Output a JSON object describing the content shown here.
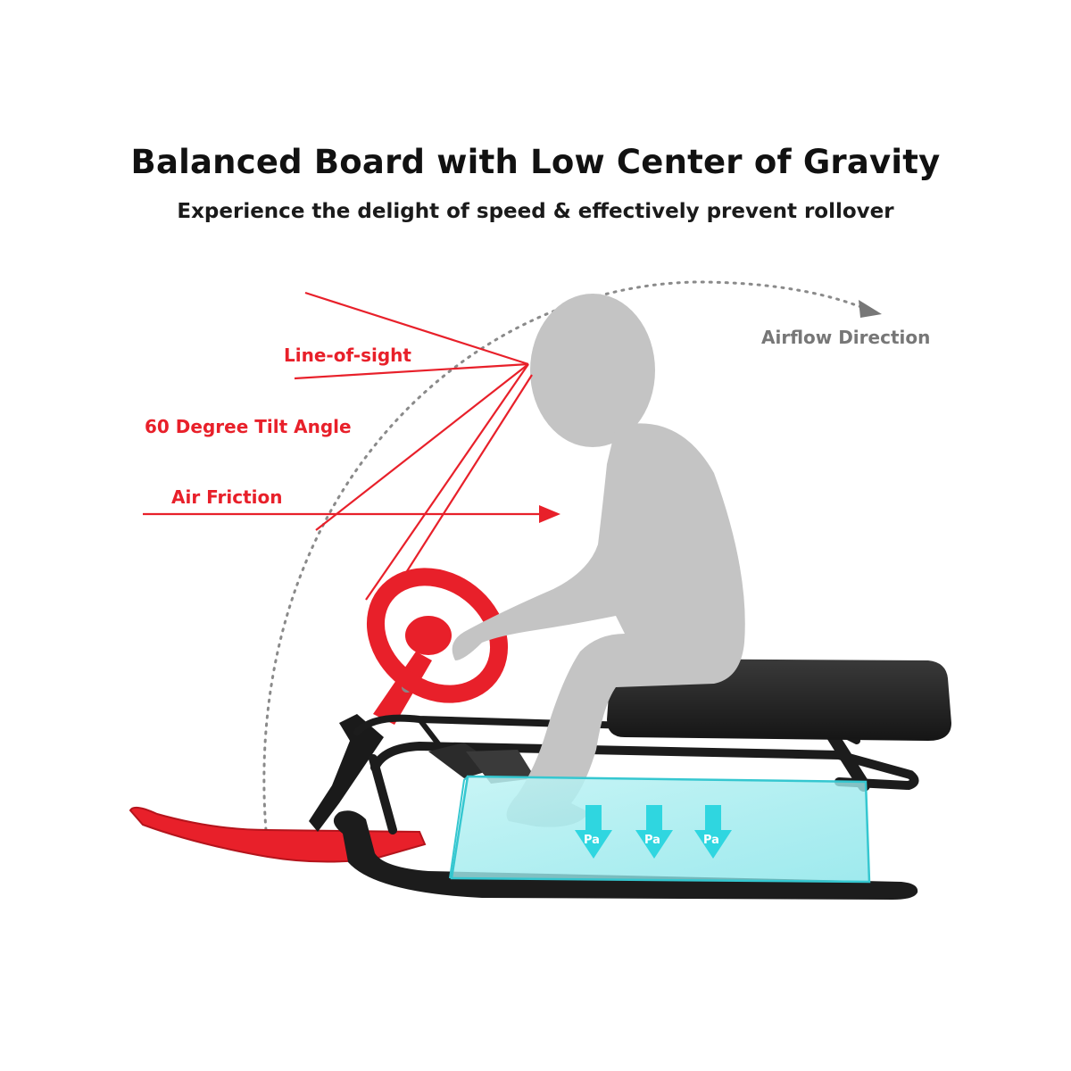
{
  "header": {
    "title": "Balanced Board with Low Center of Gravity",
    "subtitle": "Experience the delight of speed & effectively prevent rollover"
  },
  "labels": {
    "line_of_sight": "Line-of-sight",
    "tilt_angle": "60 Degree Tilt Angle",
    "air_friction": "Air Friction",
    "airflow_direction": "Airflow Direction"
  },
  "pressure": {
    "marker": "Pa"
  },
  "colors": {
    "accent_red": "#e8202a",
    "silhouette_gray": "#c4c4c4",
    "pressure_cyan": "#2fd6e0",
    "frame_black": "#1c1c1c",
    "seat_black": "#222222"
  },
  "icons": [
    "airflow-arrow-icon",
    "air-friction-arrow-icon",
    "pressure-arrow-icon"
  ]
}
